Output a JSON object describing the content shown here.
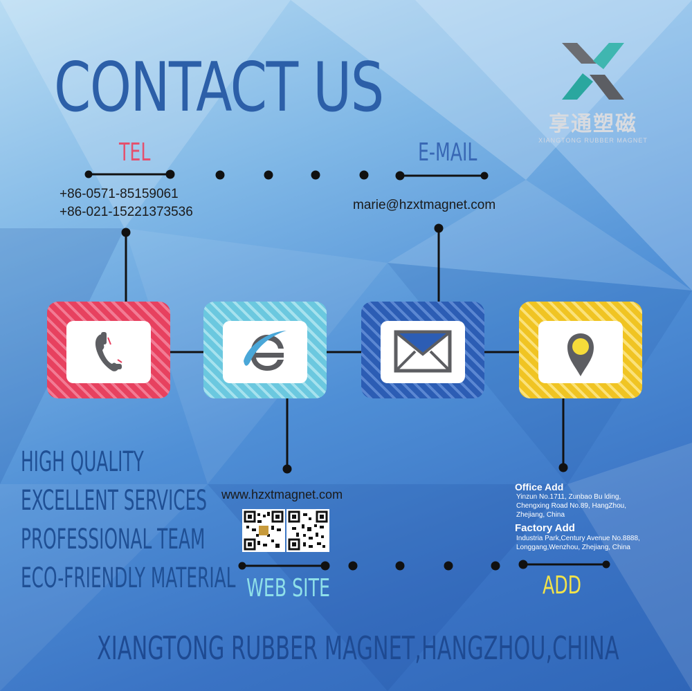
{
  "heading": "CONTACT US",
  "logo": {
    "chinese_name": "享通塑磁",
    "english_name": "XIANGTONG RUBBER MAGNET"
  },
  "tel": {
    "label": "TEL",
    "numbers": [
      "+86-0571-85159061",
      "+86-021-15221373536"
    ]
  },
  "email": {
    "label": "E-MAIL",
    "address": "marie@hzxtmagnet.com"
  },
  "website": {
    "label": "WEB SITE",
    "url": "www.hzxtmagnet.com"
  },
  "address": {
    "label": "ADD",
    "office_title": "Office Add",
    "office_lines": [
      "Yinzun No.1711, Zunbao Bu lding,",
      "Chengxing Road No.89, HangZhou,",
      "Zhejiang, China"
    ],
    "factory_title": "Factory Add",
    "factory_lines": [
      "Industria Park,Century Avenue No.8888,",
      "Longgang,Wenzhou, Zhejiang, China"
    ]
  },
  "qualities": [
    "HIGH QUALITY",
    "EXCELLENT SERVICES",
    "PROFESSIONAL TEAM",
    "ECO-FRIENDLY MATERIAL"
  ],
  "footer": "XIANGTONG RUBBER MAGNET,HANGZHOU,CHINA",
  "icons": [
    "phone-icon",
    "browser-e-icon",
    "envelope-icon",
    "map-pin-icon"
  ],
  "colors": {
    "tel": "#e4506e",
    "email": "#3867b4",
    "web": "#8fe0e9",
    "add": "#f2e34a"
  }
}
